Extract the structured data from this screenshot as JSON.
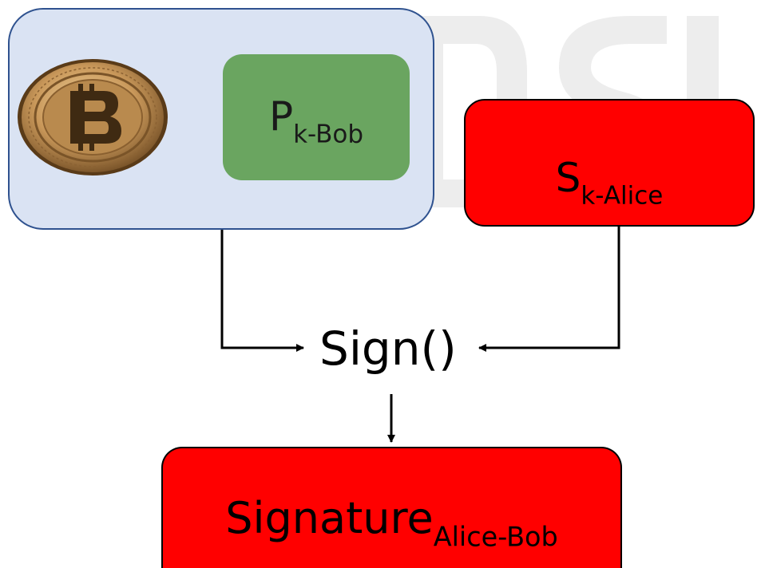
{
  "transaction_box": {
    "public_key": {
      "base": "P",
      "subscript": "k-Bob"
    }
  },
  "secret_key_box": {
    "base": "S",
    "subscript": "k-Alice"
  },
  "sign_function": "Sign()",
  "signature_box": {
    "base": "Signature",
    "subscript": "Alice-Bob"
  },
  "watermark_text": "DSI",
  "colors": {
    "transaction_fill": "#dae3f3",
    "transaction_border": "#2f528f",
    "public_key_fill": "#6aa560",
    "red_fill": "#ff0000",
    "watermark": "#e6e6e6"
  },
  "icons": {
    "coin": "bitcoin-coin-icon"
  }
}
